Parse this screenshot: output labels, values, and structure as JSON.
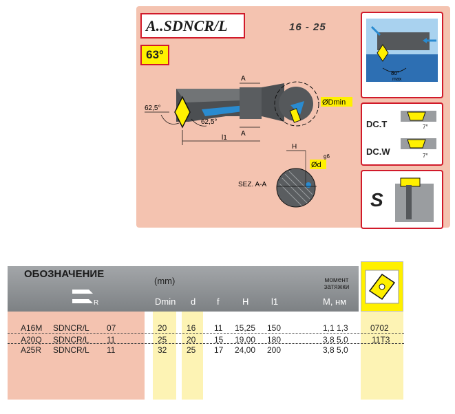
{
  "tool": {
    "title": "A..SDNCR/L",
    "size_range": "16 -  25",
    "angle": "63°"
  },
  "drawing": {
    "dim_a": "A",
    "angle_1": "62,5°",
    "angle_2": "62,5°",
    "dim_l1": "l1",
    "dmin": "ØDmin",
    "dim_h": "H",
    "dim_d": "Ød",
    "tolerance": "g6",
    "section": "SEZ. A-A"
  },
  "side_panel": {
    "clearance_angle": "80°",
    "clearance_label": "max",
    "dct": "DC.T",
    "dcw": "DC.W",
    "seat_angle_1": "7°",
    "seat_angle_2": "7°",
    "clamp_type": "S"
  },
  "table": {
    "designation_header": "ОБОЗНАЧЕНИЕ",
    "icon_r": "R",
    "units": "(mm)",
    "torque_header_1": "момент",
    "torque_header_2": "затяжки",
    "columns": [
      "Dmin",
      "d",
      "f",
      "H",
      "l1",
      "M, нм"
    ],
    "rows": [
      {
        "code": "A16M",
        "type": "SDNCR/L",
        "size": "07",
        "dmin": "20",
        "d": "16",
        "f": "11",
        "h": "15,25",
        "l1": "150",
        "torque": "1,1  1,3",
        "insert": "0702"
      },
      {
        "code": "A20Q",
        "type": "SDNCR/L",
        "size": "11",
        "dmin": "25",
        "d": "20",
        "f": "15",
        "h": "19,00",
        "l1": "180",
        "torque": "3,8  5,0",
        "insert": "11T3"
      },
      {
        "code": "A25R",
        "type": "SDNCR/L",
        "size": "11",
        "dmin": "32",
        "d": "25",
        "f": "17",
        "h": "24,00",
        "l1": "200",
        "torque": "3,8  5,0",
        "insert": ""
      }
    ]
  },
  "colors": {
    "card_bg": "#f4c3b0",
    "frame_red": "#d11a2a",
    "accent_yellow": "#fff000",
    "column_yellow": "#fdf3b4",
    "header_gray": "#8c9093"
  }
}
